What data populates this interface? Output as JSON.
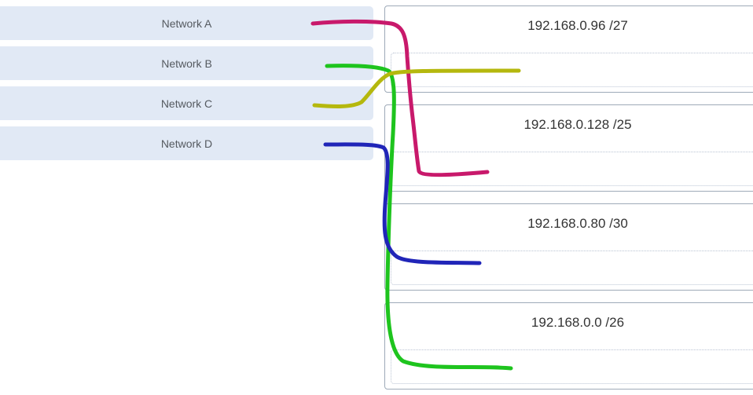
{
  "networks": [
    {
      "label": "Network A"
    },
    {
      "label": "Network B"
    },
    {
      "label": "Network C"
    },
    {
      "label": "Network D"
    }
  ],
  "subnets": [
    {
      "label": "192.168.0.96 /27"
    },
    {
      "label": "192.168.0.128 /25"
    },
    {
      "label": "192.168.0.80 /30"
    },
    {
      "label": "192.168.0.0 /26"
    }
  ],
  "annotation_colors": {
    "network_a": "#c8196b",
    "network_b": "#1ec41e",
    "network_c": "#b5b80e",
    "network_d": "#2025b8"
  }
}
